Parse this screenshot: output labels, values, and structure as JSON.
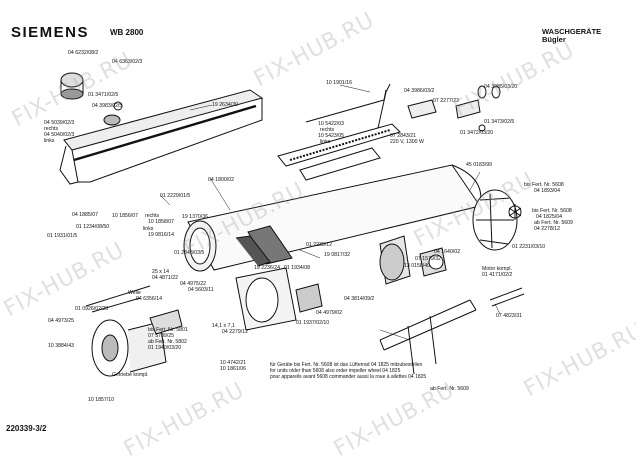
{
  "header": {
    "brand": "SIEMENS",
    "model": "WB 2800",
    "category_1": "WASCHGERÄTE",
    "category_2": "Bügler"
  },
  "footer": {
    "sheet": "220339-3/2"
  },
  "watermark": "FIX-HUB.RU",
  "parts": [
    "04 6232/08/2",
    "04 6363/02/3",
    "01 3471/02/5",
    "04 3983/02/5",
    "04 5039/02/3",
    "rechts",
    "04 5040/02/3",
    "links",
    "19 2634/30",
    "10 1901/16",
    "10 5422/03",
    "rechts",
    "10 5423/05",
    "links",
    "07 2843/21",
    "220 V, 1300 W",
    "04 3986/03/2",
    "07 2277/23",
    "04 3985/03/20",
    "01 3473/02/5",
    "01 3472/03/20",
    "45 0183/99",
    "04 1800/02",
    "01 2229/01/5",
    "04 1885/07",
    "10 1856/07",
    "01 1234/08/50",
    "01 1931/01/5",
    "rechts",
    "10 1858/07",
    "links",
    "19 0816/14",
    "19 1370/36",
    "01 2343/03/5",
    "bis Fert. Nr. 5608",
    "04 1893/04",
    "bis Fert. Nr. 5608",
    "04 1825/04",
    "ab Fert. Nr. 5609",
    "04 2278/12",
    "01 2231/03/10",
    "01 2230/12",
    "19 0817/32",
    "19 2236/24",
    "01 1934/08",
    "04 1640/02",
    "07 1579/32",
    "13 0158/40",
    "Motor kompl.",
    "01 4171/02/2",
    "25 x 14",
    "04 4871/22",
    "04 4975/22",
    "04 5603/11",
    "Welle",
    "04 6356/14",
    "01 0926/02/20",
    "04 4973/25",
    "bis Fert. Nr. 5801",
    "07 5789/25",
    "ab Fert. Nr. 5802",
    "01 1940/03/20",
    "14,1 x 7,1",
    "04 2279/12",
    "01 1937/02/10",
    "04 3814/09/2",
    "04 4979/02",
    "10 3884/43",
    "Getriebe kompl.",
    "10 4742/21",
    "10 1861/06",
    "10 1857/10",
    "07 4823/31",
    "ab Fert. Nr. 5609"
  ],
  "note": [
    "für Geräte bis Fert. Nr. 5608 ist das Lüfterrad 04 1825 mitzubestellen",
    "for units older than 5608 also order impeller wheel 04 1825",
    "pour appareils avant 5608 commander aussi la roue à ailettes 04 1825",
    "",
    ""
  ]
}
